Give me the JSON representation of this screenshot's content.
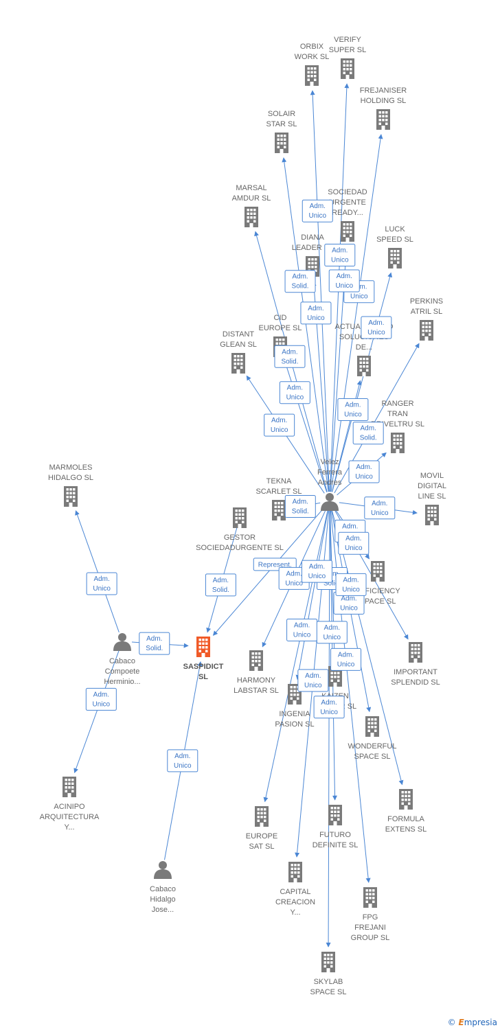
{
  "colors": {
    "edge": "#4a86d4",
    "node": "#7a7a7a",
    "focus": "#f05a28",
    "role_text": "#3a74c4",
    "label": "#666666"
  },
  "icons": {
    "company": "building-icon",
    "person": "person-icon"
  },
  "focus_node": "saspidict",
  "nodes": [
    {
      "id": "saspidict",
      "type": "company",
      "lines": [
        "SASPIDICT",
        "SL"
      ],
      "focus": true
    },
    {
      "id": "velez",
      "type": "person",
      "lines": [
        "Velez",
        "Ferrera",
        "Andres"
      ]
    },
    {
      "id": "cabaco-compoete",
      "type": "person",
      "lines": [
        "Cabaco",
        "Compoete",
        "Herminio..."
      ]
    },
    {
      "id": "cabaco-hidalgo",
      "type": "person",
      "lines": [
        "Cabaco",
        "Hidalgo",
        "Jose..."
      ]
    },
    {
      "id": "orbix",
      "type": "company",
      "lines": [
        "ORBIX",
        "WORK SL"
      ]
    },
    {
      "id": "verify",
      "type": "company",
      "lines": [
        "VERIFY",
        "SUPER SL"
      ]
    },
    {
      "id": "frejaniser",
      "type": "company",
      "lines": [
        "FREJANISER",
        "HOLDING SL"
      ]
    },
    {
      "id": "solair",
      "type": "company",
      "lines": [
        "SOLAIR",
        "STAR SL"
      ]
    },
    {
      "id": "marsal",
      "type": "company",
      "lines": [
        "MARSAL",
        "AMDUR SL"
      ]
    },
    {
      "id": "sociedad-urgente",
      "type": "company",
      "lines": [
        "SOCIEDAD",
        "URGENTE",
        "READY..."
      ]
    },
    {
      "id": "luck",
      "type": "company",
      "lines": [
        "LUCK",
        "SPEED SL"
      ]
    },
    {
      "id": "diana",
      "type": "company",
      "lines": [
        "DIANA",
        "LEADER SL"
      ]
    },
    {
      "id": "perkins",
      "type": "company",
      "lines": [
        "PERKINS",
        "ATRIL SL"
      ]
    },
    {
      "id": "cid",
      "type": "company",
      "lines": [
        "CID",
        "EUROPE SL"
      ]
    },
    {
      "id": "actualizando",
      "type": "company",
      "lines": [
        "ACTUALIZANDO",
        "SOLUCIONES",
        "DE..."
      ]
    },
    {
      "id": "distant",
      "type": "company",
      "lines": [
        "DISTANT",
        "GLEAN SL"
      ]
    },
    {
      "id": "ranger",
      "type": "company",
      "lines": [
        "RANGER",
        "TRAN",
        "DRIVELTRU SL"
      ]
    },
    {
      "id": "marmoles",
      "type": "company",
      "lines": [
        "MARMOLES",
        "HIDALGO SL"
      ]
    },
    {
      "id": "tekna",
      "type": "company",
      "lines": [
        "TEKNA",
        "SCARLET SL"
      ]
    },
    {
      "id": "movil",
      "type": "company",
      "lines": [
        "MOVIL",
        "DIGITAL",
        "LINE SL"
      ]
    },
    {
      "id": "gestor",
      "type": "company",
      "lines": [
        "GESTOR",
        "SOCIEDADURGENTE SL"
      ]
    },
    {
      "id": "efficiency",
      "type": "company",
      "lines": [
        "EFFICIENCY",
        "SPACE SL"
      ]
    },
    {
      "id": "harmony",
      "type": "company",
      "lines": [
        "HARMONY",
        "LABSTAR SL"
      ]
    },
    {
      "id": "important",
      "type": "company",
      "lines": [
        "IMPORTANT",
        "SPLENDID SL"
      ]
    },
    {
      "id": "kaizen",
      "type": "company",
      "lines": [
        "KAIZEN",
        "MASTER SL"
      ]
    },
    {
      "id": "ingenia",
      "type": "company",
      "lines": [
        "INGENIA",
        "PASION SL"
      ]
    },
    {
      "id": "wonderful",
      "type": "company",
      "lines": [
        "WONDERFUL",
        "SPACE SL"
      ]
    },
    {
      "id": "acinipo",
      "type": "company",
      "lines": [
        "ACINIPO",
        "ARQUITECTURA",
        "Y..."
      ]
    },
    {
      "id": "formula",
      "type": "company",
      "lines": [
        "FORMULA",
        "EXTENS SL"
      ]
    },
    {
      "id": "europe-sat",
      "type": "company",
      "lines": [
        "EUROPE",
        "SAT SL"
      ]
    },
    {
      "id": "futuro",
      "type": "company",
      "lines": [
        "FUTURO",
        "DEFINITE SL"
      ]
    },
    {
      "id": "capital",
      "type": "company",
      "lines": [
        "CAPITAL",
        "CREACION",
        "Y..."
      ]
    },
    {
      "id": "fpg",
      "type": "company",
      "lines": [
        "FPG",
        "FREJANI",
        "GROUP SL"
      ]
    },
    {
      "id": "skylab",
      "type": "company",
      "lines": [
        "SKYLAB",
        "SPACE SL"
      ]
    }
  ],
  "edges": [
    {
      "from": "velez",
      "to": "orbix",
      "role": [
        "Adm.",
        "Unico"
      ]
    },
    {
      "from": "velez",
      "to": "verify",
      "role": [
        "Adm.",
        "Unico"
      ]
    },
    {
      "from": "velez",
      "to": "frejaniser",
      "role": [
        "Adm.",
        "Unico"
      ]
    },
    {
      "from": "velez",
      "to": "solair",
      "role": [
        "Adm.",
        "Solid."
      ]
    },
    {
      "from": "velez",
      "to": "marsal",
      "role": [
        "Adm.",
        "Solid."
      ]
    },
    {
      "from": "velez",
      "to": "sociedad-urgente",
      "role": [
        "Adm.",
        "Unico"
      ]
    },
    {
      "from": "velez",
      "to": "luck",
      "role": [
        "Adm.",
        "Unico"
      ]
    },
    {
      "from": "velez",
      "to": "diana",
      "role": [
        "Adm.",
        "Unico"
      ]
    },
    {
      "from": "velez",
      "to": "perkins",
      "role": [
        "Adm.",
        "Solid."
      ]
    },
    {
      "from": "velez",
      "to": "cid",
      "role": [
        "Adm.",
        "Unico"
      ]
    },
    {
      "from": "velez",
      "to": "actualizando",
      "role": [
        "Adm.",
        "Unico"
      ]
    },
    {
      "from": "velez",
      "to": "distant",
      "role": [
        "Adm.",
        "Unico"
      ]
    },
    {
      "from": "velez",
      "to": "ranger",
      "role": [
        "Adm.",
        "Unico"
      ]
    },
    {
      "from": "velez",
      "to": "tekna",
      "role": [
        "Adm.",
        "Solid."
      ]
    },
    {
      "from": "velez",
      "to": "movil",
      "role": [
        "Adm.",
        "Unico"
      ]
    },
    {
      "from": "velez",
      "to": "saspidict",
      "role": [
        "Represent."
      ]
    },
    {
      "from": "velez",
      "to": "efficiency",
      "role": [
        "Adm.",
        "Unico"
      ]
    },
    {
      "from": "velez",
      "to": "harmony",
      "role": [
        "Adm.",
        "Unico"
      ]
    },
    {
      "from": "velez",
      "to": "important",
      "role": [
        "Adm.",
        "Unico"
      ]
    },
    {
      "from": "velez",
      "to": "kaizen",
      "role": [
        "Adm.",
        "Solid."
      ]
    },
    {
      "from": "velez",
      "to": "ingenia",
      "role": [
        "Adm.",
        "Unico"
      ]
    },
    {
      "from": "velez",
      "to": "wonderful",
      "role": [
        "Adm.",
        "Unico"
      ]
    },
    {
      "from": "velez",
      "to": "formula",
      "role": [
        "Adm.",
        "Unico"
      ]
    },
    {
      "from": "velez",
      "to": "europe-sat",
      "role": [
        "Adm.",
        "Unico"
      ]
    },
    {
      "from": "velez",
      "to": "futuro",
      "role": [
        "Adm.",
        "Unico"
      ]
    },
    {
      "from": "velez",
      "to": "capital",
      "role": [
        "Adm.",
        "Unico"
      ]
    },
    {
      "from": "velez",
      "to": "fpg",
      "role": [
        "Adm.",
        "Unico"
      ]
    },
    {
      "from": "velez",
      "to": "skylab",
      "role": [
        "Adm.",
        "Unico"
      ]
    },
    {
      "from": "gestor",
      "to": "saspidict",
      "role": [
        "Adm.",
        "Solid."
      ]
    },
    {
      "from": "cabaco-compoete",
      "to": "saspidict",
      "role": [
        "Adm.",
        "Solid."
      ]
    },
    {
      "from": "cabaco-compoete",
      "to": "marmoles",
      "role": [
        "Adm.",
        "Unico"
      ]
    },
    {
      "from": "cabaco-compoete",
      "to": "acinipo",
      "role": [
        "Adm.",
        "Unico"
      ]
    },
    {
      "from": "cabaco-hidalgo",
      "to": "saspidict",
      "role": [
        "Adm.",
        "Unico"
      ]
    }
  ],
  "brand": {
    "symbol": "©",
    "name": "Empresia",
    "initial": "E",
    "rest": "mpresia"
  }
}
